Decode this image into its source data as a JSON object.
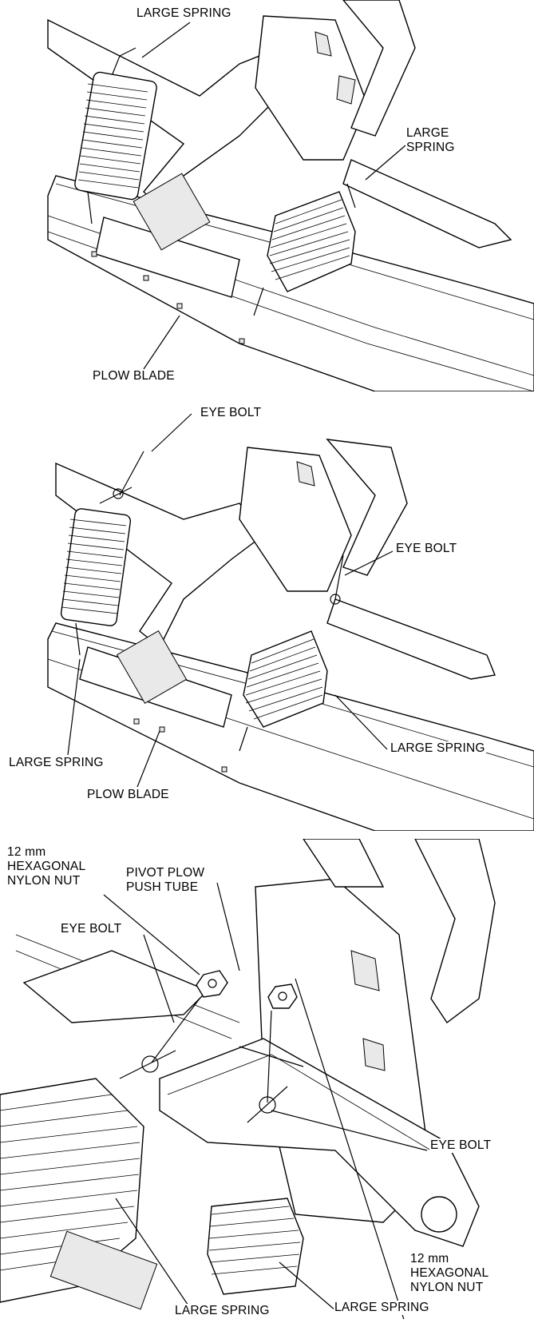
{
  "panel1": {
    "labels": {
      "large_spring_top": "LARGE SPRING",
      "large_spring_right": "LARGE\nSPRING",
      "plow_blade": "PLOW BLADE"
    }
  },
  "panel2": {
    "labels": {
      "eye_bolt_top": "EYE BOLT",
      "eye_bolt_right": "EYE BOLT",
      "large_spring_left": "LARGE SPRING",
      "large_spring_right": "LARGE SPRING",
      "plow_blade": "PLOW BLADE"
    }
  },
  "panel3": {
    "labels": {
      "nut_left": "12 mm\nHEXAGONAL\nNYLON NUT",
      "pivot_push_tube": "PIVOT PLOW\nPUSH TUBE",
      "eye_bolt_left": "EYE BOLT",
      "nut_right": "12 mm\nHEXAGONAL\nNYLON NUT",
      "eye_bolt_right": "EYE BOLT",
      "large_spring_left": "LARGE SPRING",
      "large_spring_right": "LARGE SPRING"
    }
  }
}
